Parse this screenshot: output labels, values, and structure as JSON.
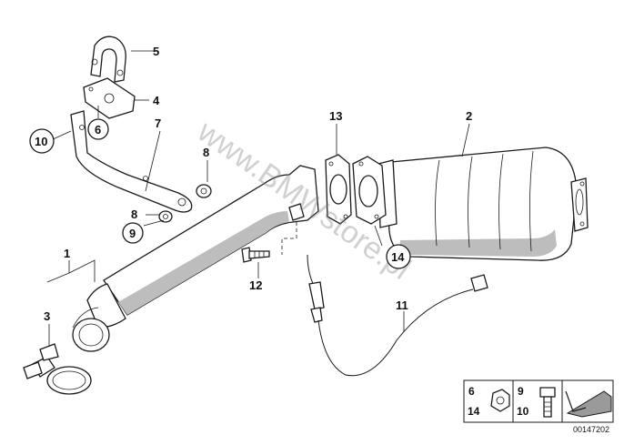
{
  "diagram": {
    "part_labels": [
      "1",
      "2",
      "3",
      "4",
      "5",
      "6",
      "7",
      "8",
      "8",
      "9",
      "10",
      "11",
      "12",
      "13",
      "14"
    ],
    "watermark": "www.BMWstore.pl",
    "legend": {
      "top_left": "6",
      "bottom_left": "14",
      "top_right": "9",
      "bottom_right": "10"
    },
    "code": "00147202"
  }
}
